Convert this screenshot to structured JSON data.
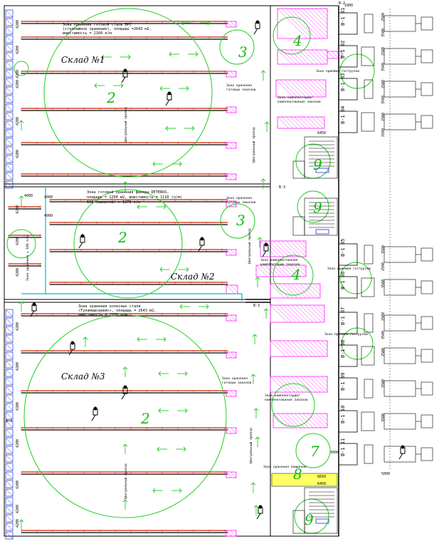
{
  "warehouses": [
    {
      "label": "Склад №1"
    },
    {
      "label": "Склад №2"
    },
    {
      "label": "Склад №3"
    }
  ],
  "zone_notes": {
    "wh1_storage": [
      "Зона хранения готовой сталь БРС",
      "(стеллажное хранение), площадь =2643 м2,",
      "вместимость = 2160 п/м"
    ],
    "wh2_storage": [
      "Зона готовой хранения фанеры DETERUS,",
      "площадь = 1200 м2, вместимость = 1110 (п/м)",
      "168 (выкатка) = 1278 п/м"
    ],
    "wh3_storage": [
      "Зона хранения колесных стали",
      "«Туламашсервис», площадь = 2643 м2,",
      "вместимость = 2970 п/м"
    ],
    "wh2_side": "Зона хранения = 166 п/м",
    "ship_1": "Зона приемки /отгрузки",
    "ship_2": "Зона приемки /отгрузки",
    "ship_3": "Зона приемки /отгрузки",
    "pick_1": [
      "Зона хранения",
      "готовых заказов"
    ],
    "pick_2": [
      "Зона комплектации/",
      "комплектования заказов"
    ],
    "pick_3": [
      "Зона хранения",
      "готовых заказов"
    ],
    "pick_4": [
      "Зона комплектования",
      "комплектации заказов"
    ],
    "pick_5": [
      "Зона хранения",
      "готовых заказов"
    ],
    "pick_6": [
      "Зона комплектации/",
      "комплектования заказов"
    ],
    "pallet_zone": "Зона хранения поддонов",
    "central_passage": "Центральный проезд",
    "passage": "Центральный проезд"
  },
  "zone_numbers": [
    "2",
    "3",
    "4",
    "9",
    "2",
    "3",
    "9",
    "4",
    "2",
    "9",
    "7",
    "8"
  ],
  "gates": [
    "В-1 01",
    "В-1 02",
    "В-1 03",
    "В-1 04",
    "В-1 05",
    "В-1 06",
    "В-1 07",
    "В-1 08",
    "В-1 09",
    "В-1 10",
    "В-1 11"
  ],
  "row_dims": [
    "4200",
    "4200",
    "4200",
    "4200",
    "4200",
    "4200",
    "4200",
    "4200",
    "4200",
    "4200",
    "4200",
    "4200",
    "4200",
    "4200",
    "4200",
    "4200"
  ],
  "right_dims": [
    "2500",
    "3500",
    "2500",
    "3500",
    "2500",
    "3500",
    "2500",
    "2500",
    "3500",
    "2500",
    "3500",
    "2500",
    "3500",
    "2500",
    "3500",
    "3500"
  ],
  "misc_labels": {
    "top_dim": "1000",
    "dim_6450a": "6450",
    "dim_6450b": "6450",
    "dim_6650": "6650",
    "dim_4000a": "4000",
    "dim_4000b": "4000",
    "dim_4000c": "4000",
    "dim_5000": "5000",
    "dim_3000": "3000",
    "b3a": "В-3",
    "b3b": "В-3",
    "b3c": "В-3",
    "b2": "В-2"
  },
  "colors": {
    "rack_red": "#cc2200",
    "rack_black": "#000000",
    "aisle_green": "#22cc22",
    "zone_pink": "#ff33ff",
    "pallet_yellow": "#ffff66",
    "blue_edge": "#2233cc",
    "cyan_line": "#00bbcc"
  }
}
